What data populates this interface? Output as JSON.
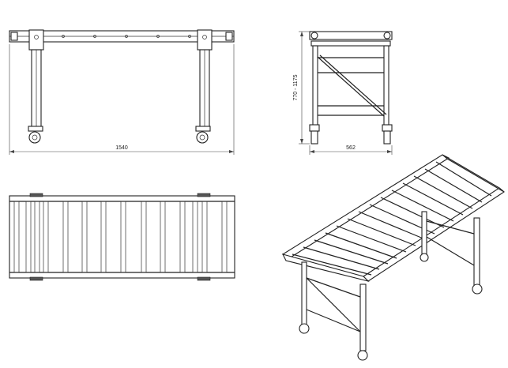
{
  "dimensions": {
    "length": "1540",
    "height_range": "770 - 1175",
    "width": "562"
  },
  "colors": {
    "line": "#222222",
    "background": "#ffffff"
  }
}
